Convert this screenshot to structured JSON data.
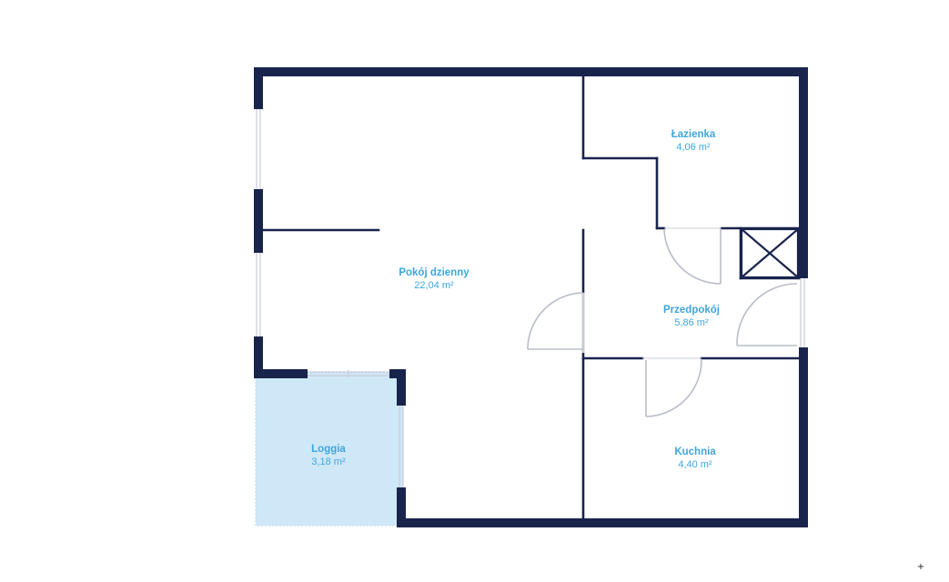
{
  "colors": {
    "wall": "#19244d",
    "label": "#3ea6dc",
    "loggia_fill": "#cfe8f8",
    "window": "#c9ccd6",
    "door_arc": "#b9bdc8"
  },
  "rooms": {
    "living": {
      "name": "Pokój dzienny",
      "area": "22,04 m²"
    },
    "bathroom": {
      "name": "Łazienka",
      "area": "4,06 m²"
    },
    "hall": {
      "name": "Przedpokój",
      "area": "5,86 m²"
    },
    "kitchen": {
      "name": "Kuchnia",
      "area": "4,40 m²"
    },
    "loggia": {
      "name": "Loggia",
      "area": "3,18 m²"
    }
  },
  "icons": {
    "shaft": "ventilation-shaft-icon",
    "corner": "plus-mark-icon"
  },
  "corner_mark": "+"
}
